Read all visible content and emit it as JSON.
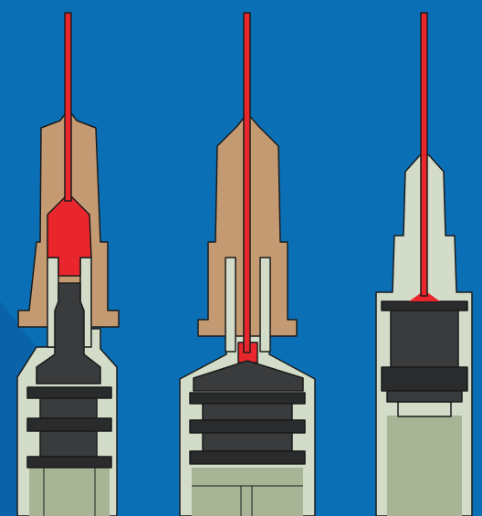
{
  "illustration": {
    "subject": "syringe-dead-space-comparison",
    "colors": {
      "background": "#0b6fb6",
      "background_shadow": "#0a62a8",
      "needle_red": "#e8262c",
      "hub_tan": "#c49a72",
      "barrel_light": "#d3dcc8",
      "barrel_mid": "#a7b596",
      "plunger_dark": "#3a3b3d",
      "plunger_darker": "#2a2b2d",
      "outline": "#1b1b1b"
    },
    "syringes": [
      {
        "name": "syringe-left-detachable-hub",
        "hub": "detachable-needle-hub"
      },
      {
        "name": "syringe-middle-detachable-hub",
        "hub": "detachable-needle-hub"
      },
      {
        "name": "syringe-right-fixed-needle",
        "hub": "fixed-needle"
      }
    ]
  }
}
